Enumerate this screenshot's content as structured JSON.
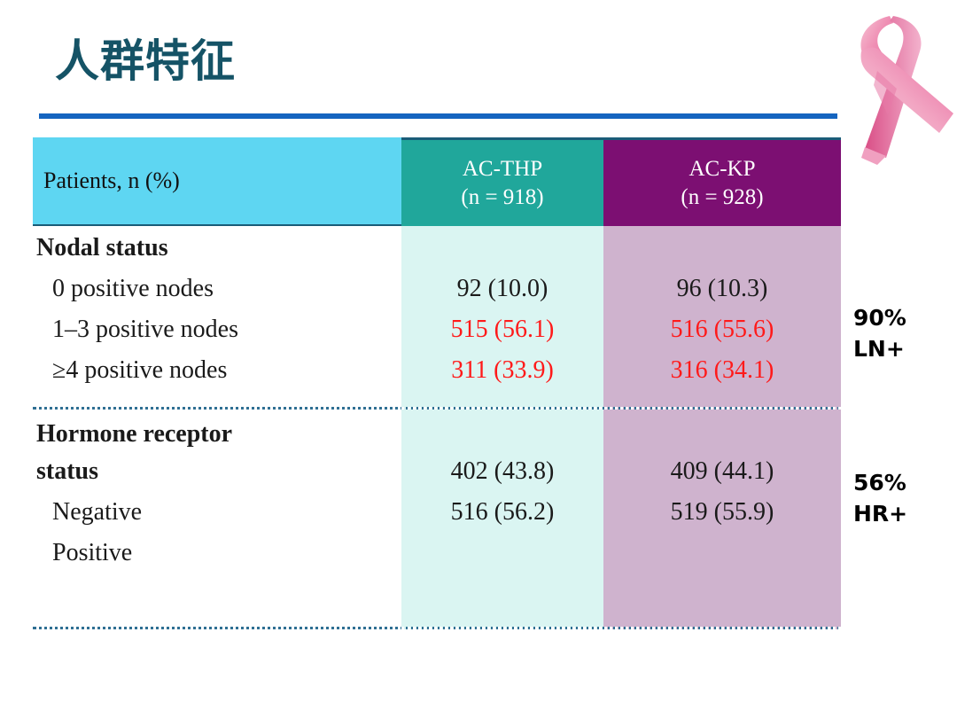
{
  "slide": {
    "title": "人群特征",
    "ribbon_icon": "pink-awareness-ribbon-icon"
  },
  "table": {
    "header": {
      "label": "Patients, n (%)",
      "columns": [
        {
          "name": "AC-THP",
          "n_label": "(n = 918)",
          "color": "#20a79b"
        },
        {
          "name": "AC-KP",
          "n_label": "(n = 928)",
          "color": "#7c0f72"
        }
      ]
    },
    "sections": [
      {
        "id": "nodal",
        "title": "Nodal status",
        "rows": [
          {
            "label": "0 positive nodes",
            "ac_thp": "92 (10.0)",
            "ac_kp": "96 (10.3)",
            "highlight": false
          },
          {
            "label": "1–3 positive nodes",
            "ac_thp": "515 (56.1)",
            "ac_kp": "516 (55.6)",
            "highlight": true
          },
          {
            "label": "≥4 positive nodes",
            "ac_thp": "311 (33.9)",
            "ac_kp": "316 (34.1)",
            "highlight": true
          }
        ]
      },
      {
        "id": "hormone",
        "title_line1": "Hormone receptor",
        "title_line2": "status",
        "rows": [
          {
            "label": "Negative",
            "ac_thp": "402 (43.8)",
            "ac_kp": "409 (44.1)",
            "highlight": false
          },
          {
            "label": "Positive",
            "ac_thp": "516 (56.2)",
            "ac_kp": "519 (55.9)",
            "highlight": false
          }
        ]
      }
    ]
  },
  "annotations": [
    {
      "id": "ln",
      "line1": "90%",
      "line2": "LN+"
    },
    {
      "id": "hr",
      "line1": "56%",
      "line2": "HR+"
    }
  ],
  "colors": {
    "title": "#155366",
    "rule": "#1565c0",
    "header_label_bg": "#5ed6f2",
    "col_a_header_bg": "#20a79b",
    "col_b_header_bg": "#7c0f72",
    "col_a_body_bg": "#daf5f2",
    "col_b_body_bg": "#cfb3ce",
    "highlight_text": "#ff1a1a",
    "divider": "#2f6f93"
  }
}
